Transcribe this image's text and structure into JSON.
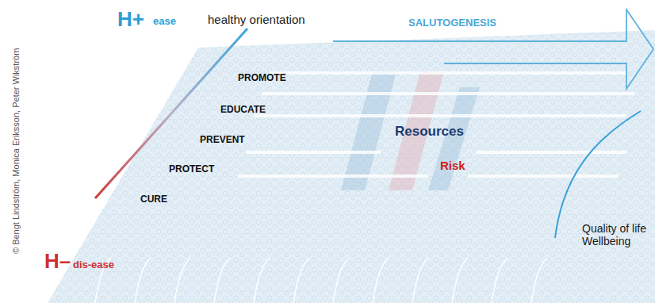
{
  "diagram": {
    "labels": [
      "© Bengt Lindström, Monica Eriksson, Peter Wikström",
      "H+",
      "ease",
      "healthy orientation",
      "SALUTOGENESIS",
      "PROMOTE",
      "EDUCATE",
      "PREVENT",
      "PROTECT",
      "CURE",
      "H–",
      "dis-ease",
      "Resources",
      "Risk",
      "Quality of life Wellbeing"
    ]
  }
}
